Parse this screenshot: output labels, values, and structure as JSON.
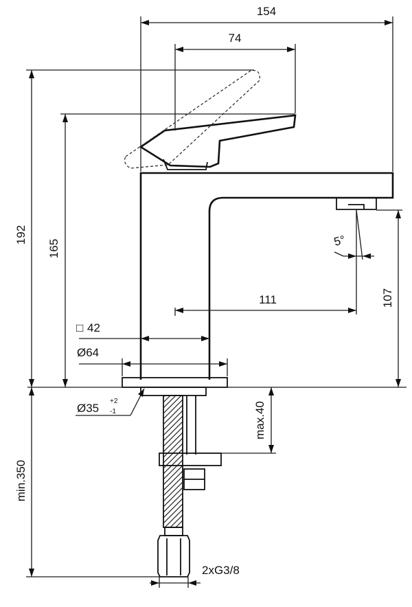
{
  "dimensions": {
    "total_width": "154",
    "lever_reach": "74",
    "total_height": "192",
    "spout_top_height": "165",
    "spout_outlet_height": "107",
    "spout_projection": "111",
    "body_square": "42",
    "body_square_symbol": "□",
    "base_diameter": "Ø64",
    "hole_diameter": "Ø35",
    "hole_tol_plus": "+2",
    "hole_tol_minus": "-1",
    "max_deck": "max.40",
    "min_hose": "min.350",
    "connection": "2xG3/8",
    "aerator_angle": "5°"
  }
}
